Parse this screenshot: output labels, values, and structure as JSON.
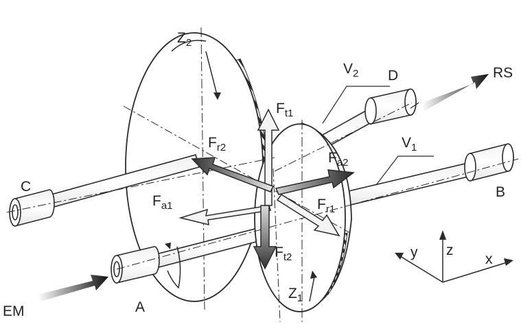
{
  "colors": {
    "ink": "#2a2a2a",
    "force_dark": "#555555",
    "force_light": "#f4f4f4",
    "background": "#ffffff"
  },
  "labels": {
    "z2": {
      "main": "Z",
      "sub": "2"
    },
    "v2": {
      "main": "V",
      "sub": "2"
    },
    "d": {
      "main": "D",
      "sub": ""
    },
    "rs": {
      "main": "RS",
      "sub": ""
    },
    "ft1": {
      "main": "F",
      "sub": "t1"
    },
    "fr2": {
      "main": "F",
      "sub": "r2"
    },
    "fa2": {
      "main": "F",
      "sub": "a2"
    },
    "v1": {
      "main": "V",
      "sub": "1"
    },
    "c": {
      "main": "C",
      "sub": ""
    },
    "b": {
      "main": "B",
      "sub": ""
    },
    "fa1": {
      "main": "F",
      "sub": "a1"
    },
    "fr1": {
      "main": "F",
      "sub": "r1"
    },
    "ft2": {
      "main": "F",
      "sub": "t2"
    },
    "z1": {
      "main": "Z",
      "sub": "1"
    },
    "a": {
      "main": "A",
      "sub": ""
    },
    "em": {
      "main": "EM",
      "sub": ""
    },
    "axis_y": {
      "main": "y",
      "sub": ""
    },
    "axis_z": {
      "main": "z",
      "sub": ""
    },
    "axis_x": {
      "main": "x",
      "sub": ""
    }
  }
}
